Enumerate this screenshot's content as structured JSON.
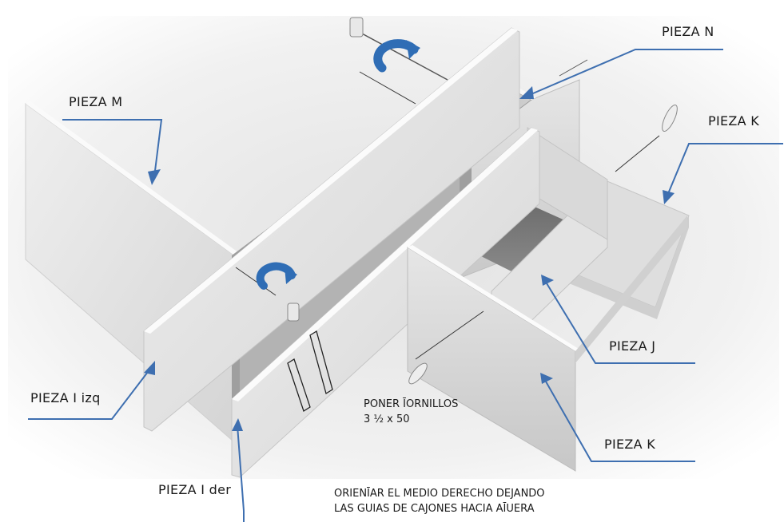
{
  "labels": {
    "pieza_n": "PIEZA N",
    "pieza_m": "PIEZA M",
    "pieza_k_top": "PIEZA K",
    "pieza_j": "PIEZA J",
    "pieza_k_bottom": "PIEZA K",
    "pieza_i_izq": "PIEZA I izq",
    "pieza_i_der": "PIEZA  I der"
  },
  "notes": {
    "screws_line1": "PONER ĪORNILLOS",
    "screws_line2": "3 ½ x 50",
    "orient_line1": "ORIENĪAR EL MEDIO DERECHO DEJANDO",
    "orient_line2": "LAS GUIAS DE CAJONES HACIA AĪUERA"
  },
  "colors": {
    "arrow": "#3e6fb0",
    "rotate_icon": "#2f6db5",
    "panel_light": "#ececec",
    "panel_shadow": "#9a9a9a"
  }
}
